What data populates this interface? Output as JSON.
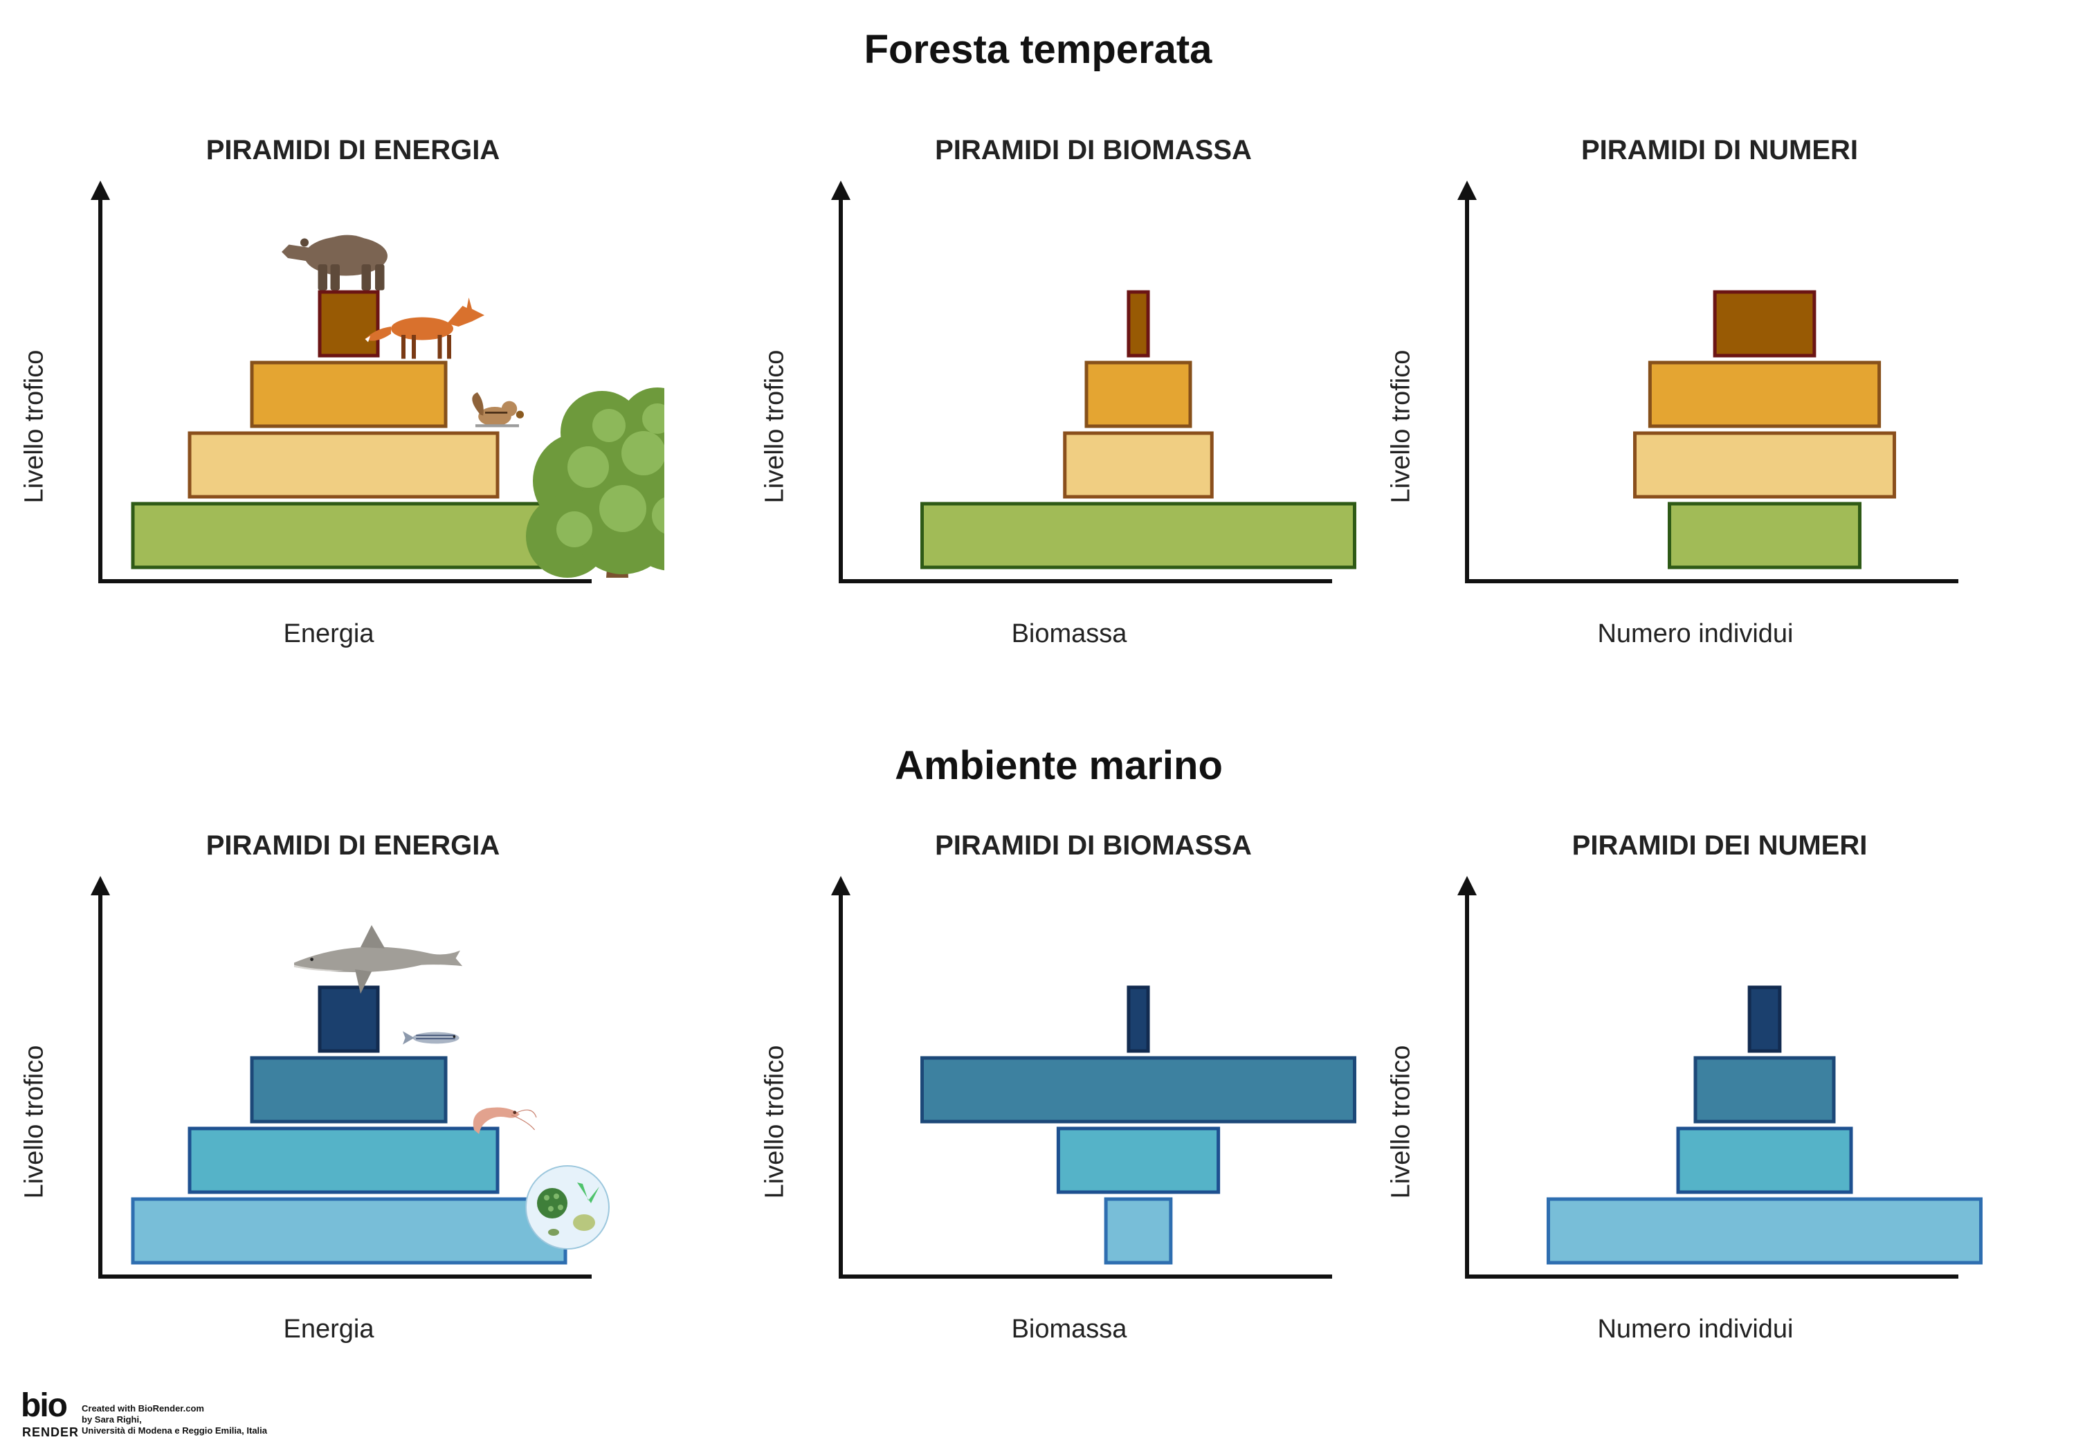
{
  "sections": [
    {
      "title": "Foresta temperata",
      "panels": [
        {
          "title": "PIRAMIDI DI ENERGIA",
          "ylabel": "Livello trofico",
          "xlabel": "Energia",
          "organisms": [
            "tree-icon",
            "chipmunk-icon",
            "fox-icon",
            "bear-icon"
          ],
          "levels": [
            {
              "rel_width": 1.0,
              "fill": "#A1BB57",
              "stroke": "#2E5A16",
              "offset": 0
            },
            {
              "rel_width": 0.71,
              "fill": "#F0CE82",
              "stroke": "#8A4F1C",
              "offset": 0
            },
            {
              "rel_width": 0.45,
              "fill": "#E4A532",
              "stroke": "#86501A",
              "offset": 0
            },
            {
              "rel_width": 0.14,
              "fill": "#985A04",
              "stroke": "#6B1414",
              "offset": 0
            }
          ]
        },
        {
          "title": "PIRAMIDI DI BIOMASSA",
          "ylabel": "Livello trofico",
          "xlabel": "Biomassa",
          "levels": [
            {
              "rel_width": 1.0,
              "fill": "#A1BB57",
              "stroke": "#2E5A16",
              "offset": 0
            },
            {
              "rel_width": 0.34,
              "fill": "#F0CE82",
              "stroke": "#8A4F1C",
              "offset": 0
            },
            {
              "rel_width": 0.24,
              "fill": "#E4A532",
              "stroke": "#86501A",
              "offset": 0
            },
            {
              "rel_width": 0.045,
              "fill": "#985A04",
              "stroke": "#6B1414",
              "offset": 0
            }
          ]
        },
        {
          "title": "PIRAMIDI DI NUMERI",
          "ylabel": "Livello trofico",
          "xlabel": "Numero individui",
          "levels": [
            {
              "rel_width": 0.44,
              "fill": "#A1BB57",
              "stroke": "#2E5A16",
              "offset": 0
            },
            {
              "rel_width": 0.6,
              "fill": "#F0CE82",
              "stroke": "#8A4F1C",
              "offset": 0
            },
            {
              "rel_width": 0.53,
              "fill": "#E4A532",
              "stroke": "#86501A",
              "offset": 0
            },
            {
              "rel_width": 0.23,
              "fill": "#985A04",
              "stroke": "#6B1414",
              "offset": 0
            }
          ]
        }
      ]
    },
    {
      "title": "Ambiente marino",
      "panels": [
        {
          "title": "PIRAMIDI DI ENERGIA",
          "ylabel": "Livello trofico",
          "xlabel": "Energia",
          "organisms": [
            "plankton-icon",
            "shrimp-icon",
            "fish-icon",
            "shark-icon"
          ],
          "levels": [
            {
              "rel_width": 1.0,
              "fill": "#78BED8",
              "stroke": "#2E6EB0",
              "offset": 0
            },
            {
              "rel_width": 0.71,
              "fill": "#55B3C8",
              "stroke": "#1E5090",
              "offset": 0
            },
            {
              "rel_width": 0.45,
              "fill": "#3D81A0",
              "stroke": "#1C4878",
              "offset": 0
            },
            {
              "rel_width": 0.14,
              "fill": "#1B406E",
              "stroke": "#122B50",
              "offset": 0
            }
          ]
        },
        {
          "title": "PIRAMIDI DI BIOMASSA",
          "ylabel": "Livello trofico",
          "xlabel": "Biomassa",
          "levels": [
            {
              "rel_width": 0.15,
              "fill": "#78BED8",
              "stroke": "#2E6EB0",
              "offset": 0
            },
            {
              "rel_width": 0.37,
              "fill": "#55B3C8",
              "stroke": "#1E5090",
              "offset": 0
            },
            {
              "rel_width": 1.0,
              "fill": "#3D81A0",
              "stroke": "#1C4878",
              "offset": 0
            },
            {
              "rel_width": 0.045,
              "fill": "#1B406E",
              "stroke": "#122B50",
              "offset": 0
            }
          ]
        },
        {
          "title": "PIRAMIDI DEI NUMERI",
          "ylabel": "Livello trofico",
          "xlabel": "Numero individui",
          "levels": [
            {
              "rel_width": 1.0,
              "fill": "#78BED8",
              "stroke": "#2E6EB0",
              "offset": 0
            },
            {
              "rel_width": 0.4,
              "fill": "#55B3C8",
              "stroke": "#1E5090",
              "offset": 0
            },
            {
              "rel_width": 0.32,
              "fill": "#3D81A0",
              "stroke": "#1C4878",
              "offset": 0
            },
            {
              "rel_width": 0.07,
              "fill": "#1B406E",
              "stroke": "#122B50",
              "offset": 0
            }
          ]
        }
      ]
    }
  ],
  "credit": {
    "logo_top": "bio",
    "logo_bottom": "RENDER",
    "line1": "Created with BioRender.com",
    "line2": "by Sara Righi,",
    "line3": "Università di Modena e Reggio Emilia, Italia"
  }
}
